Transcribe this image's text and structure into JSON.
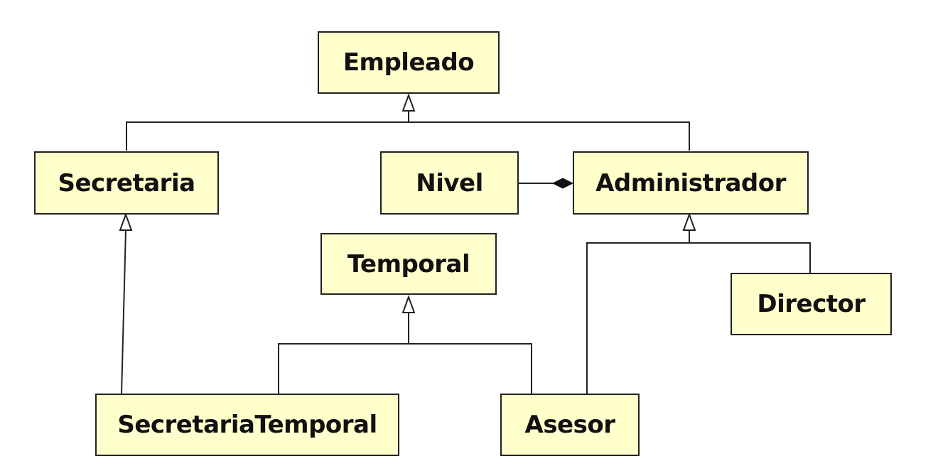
{
  "colors": {
    "box_fill": "#ffffcc",
    "box_border": "#222222",
    "line": "#222222"
  },
  "classes": {
    "empleado": "Empleado",
    "secretaria": "Secretaria",
    "nivel": "Nivel",
    "administrador": "Administrador",
    "temporal": "Temporal",
    "director": "Director",
    "secretaria_temporal": "SecretariaTemporal",
    "asesor": "Asesor"
  },
  "relationships": [
    {
      "type": "generalization",
      "from": "secretaria",
      "to": "empleado"
    },
    {
      "type": "generalization",
      "from": "administrador",
      "to": "empleado"
    },
    {
      "type": "generalization",
      "from": "secretaria_temporal",
      "to": "secretaria"
    },
    {
      "type": "generalization",
      "from": "secretaria_temporal",
      "to": "temporal"
    },
    {
      "type": "generalization",
      "from": "asesor",
      "to": "temporal"
    },
    {
      "type": "generalization",
      "from": "asesor",
      "to": "administrador"
    },
    {
      "type": "generalization",
      "from": "director",
      "to": "administrador"
    },
    {
      "type": "composition",
      "part": "nivel",
      "whole": "administrador"
    }
  ]
}
